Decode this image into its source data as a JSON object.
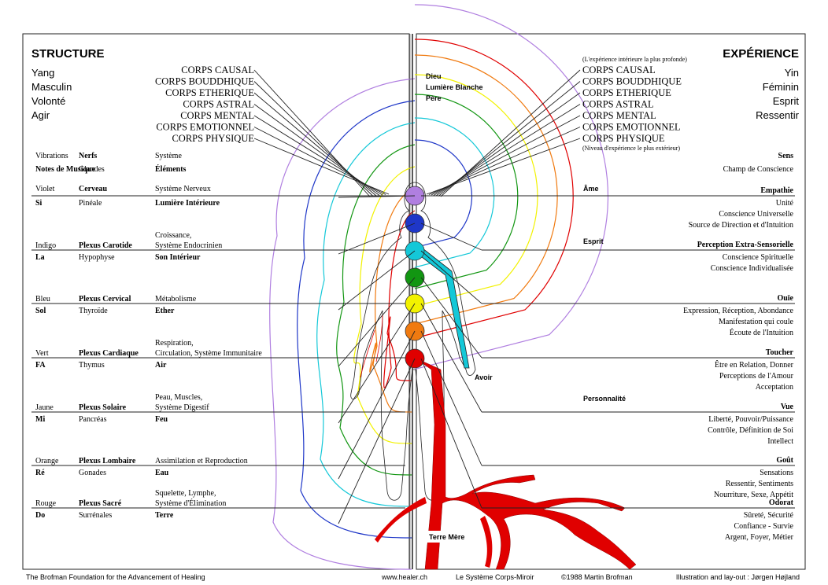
{
  "left_panel": {
    "title": "STRUCTURE",
    "qualities": [
      "Yang",
      "Masculin",
      "Volonté",
      "Agir"
    ],
    "bodies": [
      "CORPS CAUSAL",
      "CORPS BOUDDHIQUE",
      "CORPS ETHERIQUE",
      "CORPS ASTRAL",
      "CORPS MENTAL",
      "CORPS EMOTIONNEL",
      "CORPS PHYSIQUE"
    ],
    "headers": {
      "vibrations": "Vibrations",
      "nerfs": "Nerfs",
      "systeme": "Système",
      "notes": "Notes de Musique",
      "glandes": "Glandes",
      "elements": "Éléments"
    },
    "rows": [
      {
        "color": "Violet",
        "nerf": "Cerveau",
        "systeme": "Système Nerveux",
        "note": "Si",
        "glande": "Pinéale",
        "element": "Lumière Intérieure"
      },
      {
        "color": "Indigo",
        "nerf": "Plexus Carotide",
        "systeme": "Croissance, Système Endocrinien",
        "note": "La",
        "glande": "Hypophyse",
        "element": "Son Intérieur"
      },
      {
        "color": "Bleu",
        "nerf": "Plexus Cervical",
        "systeme": "Métabolisme",
        "note": "Sol",
        "glande": "Thyroïde",
        "element": "Ether"
      },
      {
        "color": "Vert",
        "nerf": "Plexus Cardiaque",
        "systeme": "Respiration, Circulation, Système Immunitaire",
        "note": "FA",
        "glande": "Thymus",
        "element": "Air"
      },
      {
        "color": "Jaune",
        "nerf": "Plexus Solaire",
        "systeme": "Peau, Muscles, Système Digestif",
        "note": "Mi",
        "glande": "Pancréas",
        "element": "Feu"
      },
      {
        "color": "Orange",
        "nerf": "Plexus Lombaire",
        "systeme": "Assimilation et Reproduction",
        "note": "Ré",
        "glande": "Gonades",
        "element": "Eau"
      },
      {
        "color": "Rouge",
        "nerf": "Plexus Sacré",
        "systeme": "Squelette, Lymphe, Système d'Élimination",
        "note": "Do",
        "glande": "Surrénales",
        "element": "Terre"
      }
    ]
  },
  "right_panel": {
    "title": "EXPÉRIENCE",
    "qualities": [
      "Yin",
      "Féminin",
      "Esprit",
      "Ressentir"
    ],
    "note_top": "(L'expérience intérieure la plus profonde)",
    "note_bottom": "(Niveau d'expérience le plus extérieur)",
    "sens": "Sens",
    "champ": "Champ de Conscience",
    "rows": [
      {
        "sense": "Empathie",
        "items": [
          "Unité",
          "Conscience Universelle",
          "Source de Direction et d'Intuition"
        ]
      },
      {
        "sense": "Perception Extra-Sensorielle",
        "items": [
          "Conscience Spirituelle",
          "Conscience Individualisée"
        ]
      },
      {
        "sense": "Ouïe",
        "items": [
          "Expression, Réception, Abondance",
          "Manifestation qui coule",
          "Écoute de l'Intuition"
        ]
      },
      {
        "sense": "Toucher",
        "items": [
          "Être en Relation, Donner",
          "Perceptions de l'Amour",
          "Acceptation"
        ]
      },
      {
        "sense": "Vue",
        "items": [
          "Liberté, Pouvoir/Puissance",
          "Contrôle, Définition de Soi",
          "Intellect"
        ]
      },
      {
        "sense": "Goût",
        "items": [
          "Sensations",
          "Ressentir, Sentiments",
          "Nourriture, Sexe, Appétit"
        ]
      },
      {
        "sense": "Odorat",
        "items": [
          "Sûreté, Sécurité",
          "Confiance - Survie",
          "Argent, Foyer, Métier"
        ]
      }
    ],
    "center": {
      "ame": "Âme",
      "esprit": "Esprit",
      "personnalite": "Personnalité",
      "avoir": "Avoir",
      "dieu": "Dieu",
      "lumiere": "Lumière Blanche",
      "pere": "Père",
      "terre_mere": "Terre Mère"
    }
  },
  "chakra_colors": [
    "#b07fe0",
    "#1f37c8",
    "#14c8d8",
    "#129612",
    "#f2f200",
    "#f07a10",
    "#e00000"
  ],
  "footer": {
    "foundation": "The Brofman Foundation for the Advancement of Healing",
    "website": "www.healer.ch",
    "title": "Le Système Corps-Miroir",
    "copyright": "©1988 Martin Brofman",
    "credit": "Illustration and lay-out : Jørgen Højland"
  }
}
